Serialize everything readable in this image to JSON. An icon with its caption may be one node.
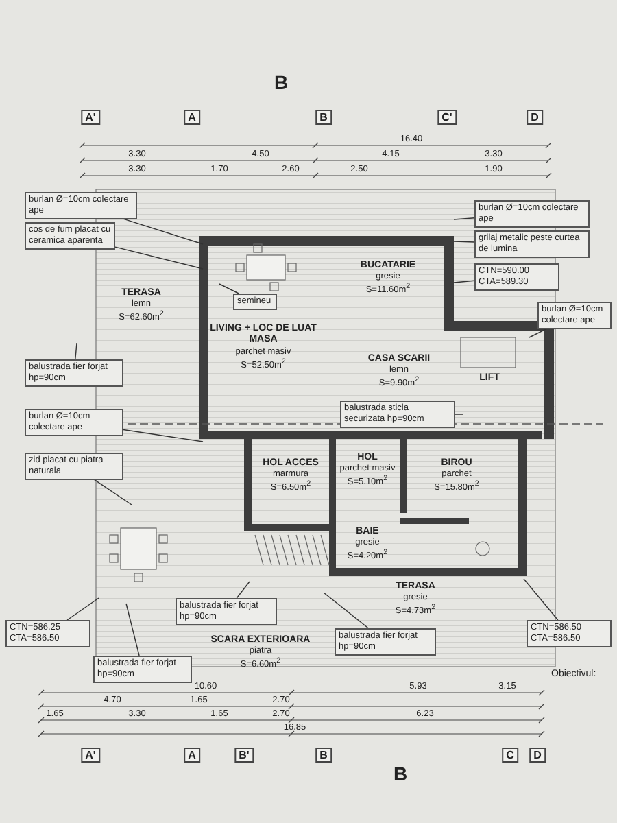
{
  "diagram": {
    "nodes": [
      {
        "text": [
          "TERASA",
          "lemn",
          "S=62.60m$^{2}$"
        ]
      },
      {
        "text": [
          "LIVING + LOC DE LUAT MASA",
          "parchet masiv",
          "S=52.50m$^{2}$"
        ]
      },
      {
        "text": [
          "BUCATARIE",
          "gresie",
          "S=11.60m$^{2}$"
        ]
      },
      {
        "text": [
          "CASA SCARII",
          "lemn",
          "S=9.90m$^{2}$"
        ]
      },
      {
        "text": [
          "LIFT"
        ]
      },
      {
        "text": [
          "HOL ACCES",
          "marmura",
          "S=6.50m$^{2}$"
        ]
      },
      {
        "text": [
          "HOL",
          "parchet masiv",
          "S=5.10m$^{2}$"
        ]
      },
      {
        "text": [
          "BIROU",
          "parchet",
          "S=15.80m$^{2}$"
        ]
      },
      {
        "text": [
          "BAIE",
          "gresie",
          "S=4.20m$^{2}$"
        ]
      },
      {
        "text": [
          "SCARA EXTERIOARA",
          "piatra",
          "S=6.60m$^{2}$"
        ]
      },
      {
        "text": [
          "TERASA",
          "gresie",
          "S=4.73m$^{2}$"
        ]
      },
      {
        "text": [
          "burlan Ø=10cm colectare ape"
        ]
      },
      {
        "text": [
          "cos de fum placat cu ceramica aparenta"
        ]
      },
      {
        "text": [
          "semineu"
        ]
      },
      {
        "text": [
          "balustrada fier forjat hp=90cm"
        ]
      },
      {
        "text": [
          "burlan Ø=10cm colectare ape"
        ]
      },
      {
        "text": [
          "zid placat cu piatra naturala"
        ]
      },
      {
        "text": [
          "balustrada sticla securizata hp=90cm"
        ]
      },
      {
        "text": [
          "burlan Ø=10cm colectare ape"
        ]
      },
      {
        "text": [
          "grilaj metalic peste curtea de lumina"
        ]
      },
      {
        "text": [
          "CTN=590.00 CTA=589.30"
        ]
      },
      {
        "text": [
          "burlan Ø=10cm colectare ape"
        ]
      },
      {
        "text": [
          "CTN=586.25 CTA=586.50"
        ]
      },
      {
        "text": [
          "balustrada fier forjat hp=90cm"
        ]
      },
      {
        "text": [
          "balustrada fier forjat hp=90cm"
        ]
      },
      {
        "text": [
          "balustrada fier forjat hp=90cm"
        ]
      },
      {
        "text": [
          "CTN=586.50 CTA=586.50"
        ]
      }
    ],
    "edges": [
      {
        "from": 11,
        "to": null,
        "arrow": "none"
      },
      {
        "from": 12,
        "to": null,
        "arrow": "none"
      },
      {
        "from": 13,
        "to": null,
        "arrow": "none"
      },
      {
        "from": 14,
        "to": null,
        "arrow": "none"
      },
      {
        "from": 15,
        "to": null,
        "arrow": "none"
      },
      {
        "from": 16,
        "to": null,
        "arrow": "none"
      },
      {
        "from": 17,
        "to": null,
        "arrow": "none"
      },
      {
        "from": 18,
        "to": null,
        "arrow": "none"
      },
      {
        "from": 19,
        "to": null,
        "arrow": "none"
      },
      {
        "from": 20,
        "to": null,
        "arrow": "none"
      },
      {
        "from": 21,
        "to": null,
        "arrow": "none"
      },
      {
        "from": 22,
        "to": null,
        "arrow": "none"
      },
      {
        "from": 23,
        "to": null,
        "arrow": "none"
      },
      {
        "from": 24,
        "to": null,
        "arrow": "none"
      },
      {
        "from": 25,
        "to": null,
        "arrow": "none"
      },
      {
        "from": 26,
        "to": null,
        "arrow": "none"
      }
    ],
    "labels": [
      "B",
      "A'",
      "A",
      "B",
      "C'",
      "D",
      "16.40",
      "3.30",
      "4.50",
      "4.15",
      "3.30",
      "3.30",
      "1.70",
      "2.60",
      "2.50",
      "1.90",
      "10.60",
      "4.70",
      "1.65",
      "2.70",
      "5.93",
      "3.15",
      "1.65",
      "3.30",
      "1.65",
      "2.70",
      "16.85",
      "6.23",
      "A'",
      "A",
      "B'",
      "B",
      "C",
      "D",
      "B",
      "Obiectivul:"
    ]
  }
}
